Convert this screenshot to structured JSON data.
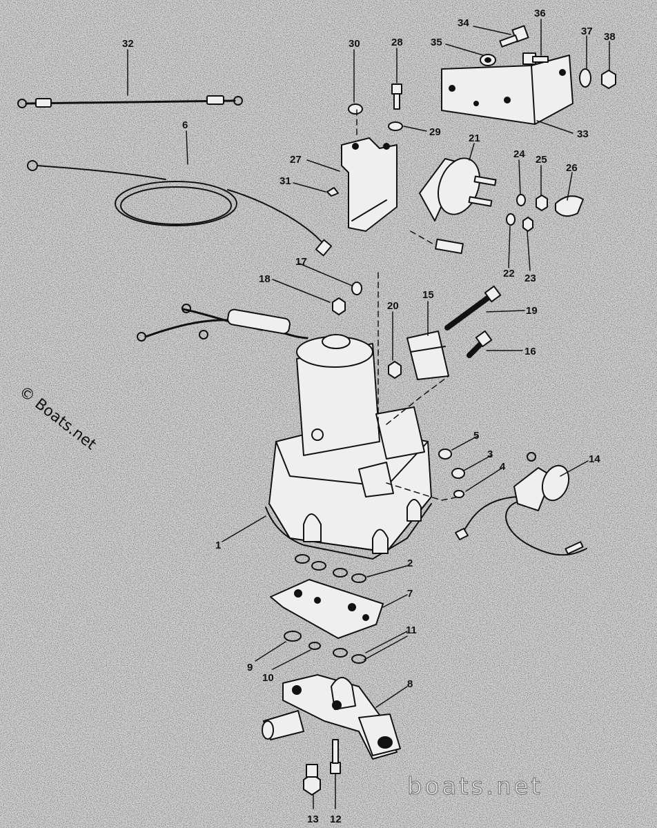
{
  "watermark": {
    "copyright": "© Boats.net",
    "website": "boats.net"
  },
  "callouts": {
    "c1": "1",
    "c2": "2",
    "c3": "3",
    "c4": "4",
    "c5": "5",
    "c6": "6",
    "c7": "7",
    "c8": "8",
    "c9": "9",
    "c10": "10",
    "c11": "11",
    "c12": "12",
    "c13": "13",
    "c14": "14",
    "c15": "15",
    "c16": "16",
    "c17": "17",
    "c18": "18",
    "c19": "19",
    "c20": "20",
    "c21": "21",
    "c22": "22",
    "c23": "23",
    "c24": "24",
    "c25": "25",
    "c26": "26",
    "c27": "27",
    "c28": "28",
    "c29": "29",
    "c30": "30",
    "c31": "31",
    "c32": "32",
    "c33": "33",
    "c34": "34",
    "c35": "35",
    "c36": "36",
    "c37": "37",
    "c38": "38"
  }
}
